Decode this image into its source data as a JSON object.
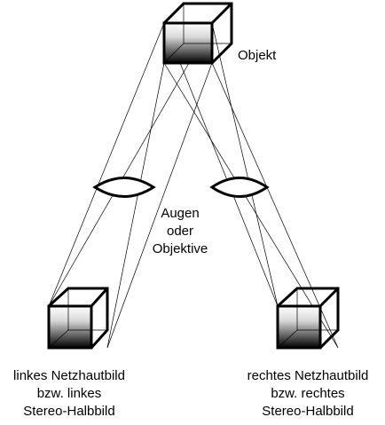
{
  "labels": {
    "object": "Objekt",
    "lenses_line1": "Augen",
    "lenses_line2": "oder",
    "lenses_line3": "Objektive",
    "left_image_line1": "linkes Netzhautbild",
    "left_image_line2": "bzw. linkes",
    "left_image_line3": "Stereo-Halbbild",
    "right_image_line1": "rechtes Netzhautbild",
    "right_image_line2": "bzw. rechtes",
    "right_image_line3": "Stereo-Halbbild"
  },
  "colors": {
    "line": "#000000",
    "gradient_light": "#ffffff",
    "gradient_dark": "#000000",
    "background": "#ffffff"
  }
}
